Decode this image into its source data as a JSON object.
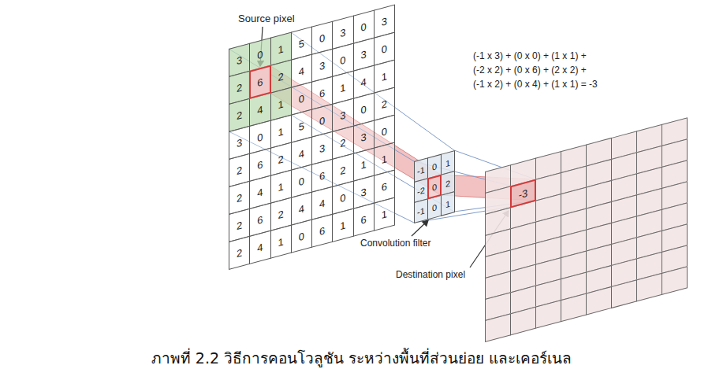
{
  "diagram": {
    "caption": "ภาพที่ 2.2 วิธีการคอนโวลูชัน ระหว่างพื้นที่ส่วนย่อย และเคอร์เนล",
    "labels": [
      "Source pixel",
      "(-1 x 3) + (0 x 0) + (1 x 1) +",
      "(-2 x 2) + (0 x 6) + (2 x 2) +",
      "(-1 x 2) + (0 x 4) + (1 x 1) = -3",
      "3",
      "0",
      "1",
      "5",
      "0",
      "3",
      "0",
      "3",
      "2",
      "6",
      "2",
      "4",
      "3",
      "0",
      "3",
      "0",
      "2",
      "4",
      "1",
      "0",
      "6",
      "1",
      "4",
      "1",
      "3",
      "0",
      "1",
      "5",
      "0",
      "3",
      "0",
      "2",
      "2",
      "6",
      "2",
      "4",
      "3",
      "2",
      "3",
      "0",
      "2",
      "4",
      "1",
      "0",
      "6",
      "2",
      "1",
      "1",
      "2",
      "6",
      "2",
      "4",
      "4",
      "0",
      "3",
      "6",
      "2",
      "4",
      "1",
      "0",
      "6",
      "1",
      "6",
      "1",
      "-1",
      "0",
      "1",
      "-2",
      "0",
      "2",
      "-1",
      "0",
      "1",
      "Convolution filter",
      "-3",
      "Destination pixel"
    ]
  }
}
